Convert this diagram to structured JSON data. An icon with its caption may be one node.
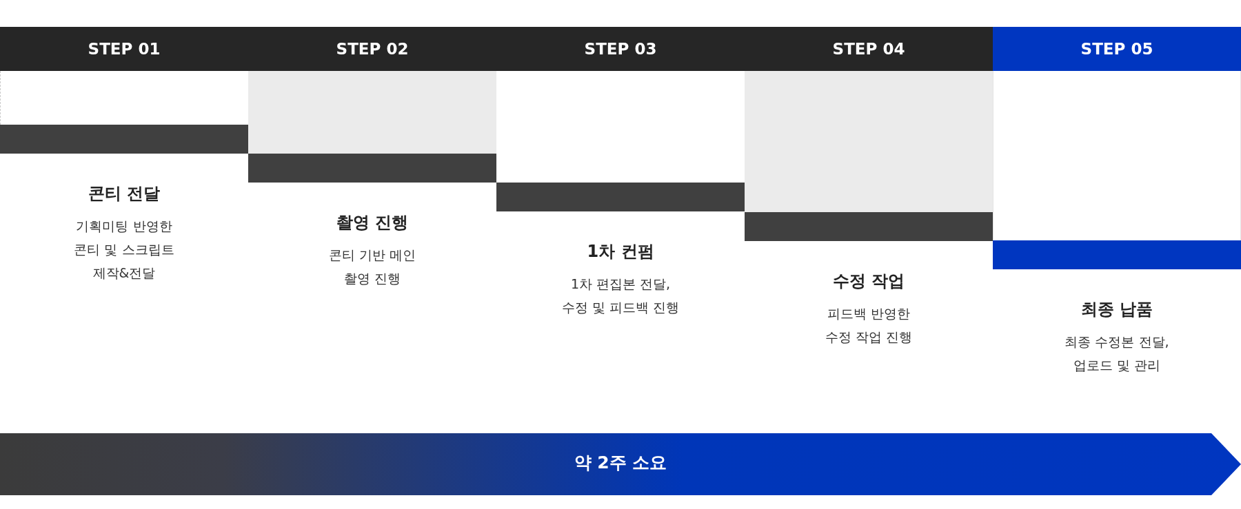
{
  "diagram": {
    "nodes": [
      {
        "text": [
          "STEP 01"
        ]
      },
      {
        "text": [
          "STEP 02"
        ]
      },
      {
        "text": [
          "STEP 03"
        ]
      },
      {
        "text": [
          "STEP 04"
        ]
      },
      {
        "text": [
          "STEP 05"
        ]
      },
      {
        "text": [
          "약 2주 소요"
        ]
      },
      {
        "text": [],
        "shape": "bar"
      },
      {
        "text": [],
        "shape": "bar"
      },
      {
        "text": [],
        "shape": "bar"
      },
      {
        "text": [],
        "shape": "bar"
      },
      {
        "text": [],
        "shape": "bar"
      }
    ],
    "labels": [
      "콘티 전달",
      "기획미팅 반영한 콘티 및 스크립트 제작&전달",
      "촬영 진행",
      "콘티 기반 메인 촬영 진행",
      "1차 컨펌",
      "1차 편집본 전달, 수정 및 피드백 진행",
      "수정 작업",
      "피드백 반영한 수정 작업 진행",
      "최종 납품",
      "최종 수정본 전달, 업로드 및 관리"
    ]
  }
}
